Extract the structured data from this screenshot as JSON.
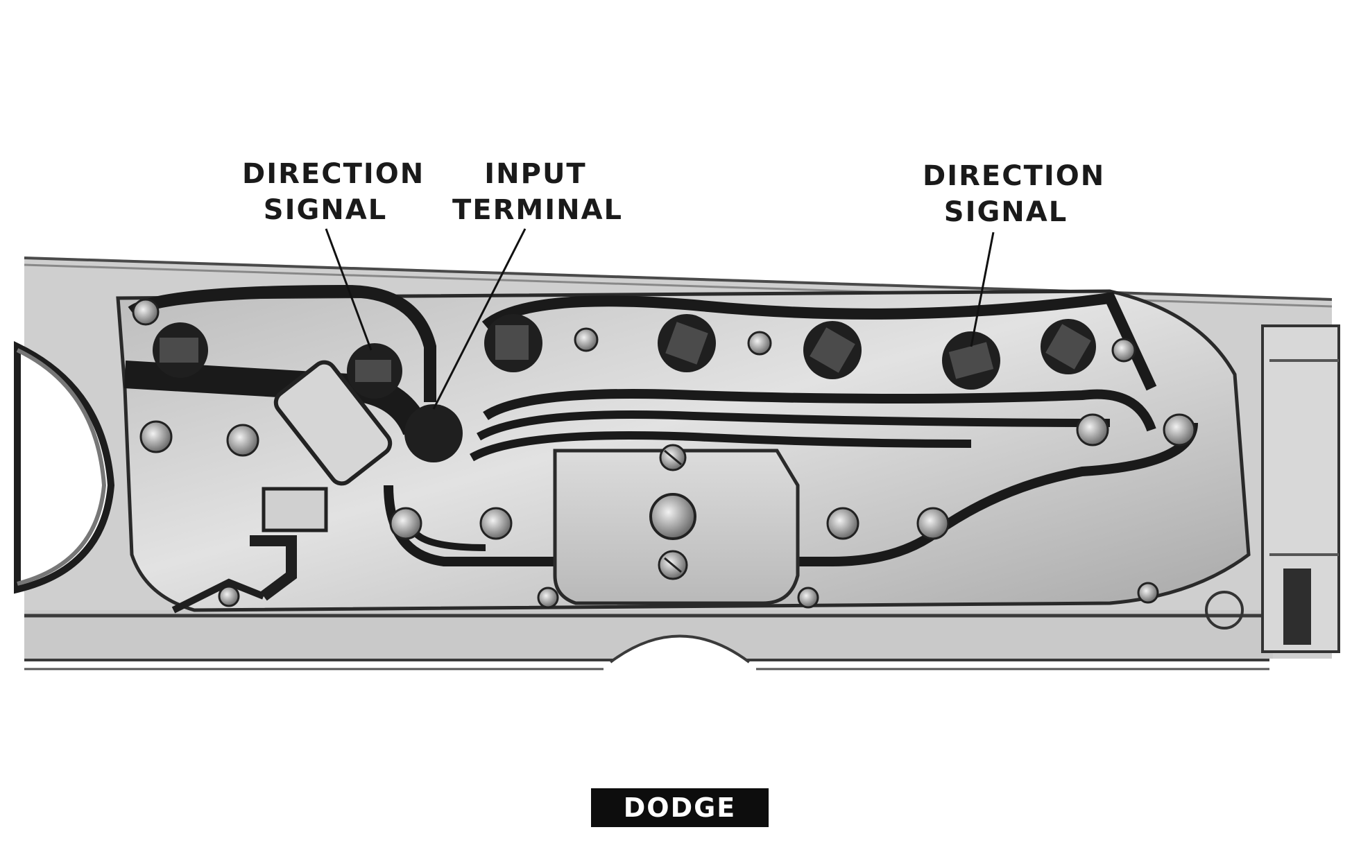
{
  "callouts": [
    {
      "line1": "DIRECTION",
      "line2": "SIGNAL"
    },
    {
      "line1": "INPUT",
      "line2": "TERMINAL"
    },
    {
      "line1": "DIRECTION",
      "line2": "SIGNAL"
    }
  ],
  "badge": {
    "text": "DODGE"
  }
}
